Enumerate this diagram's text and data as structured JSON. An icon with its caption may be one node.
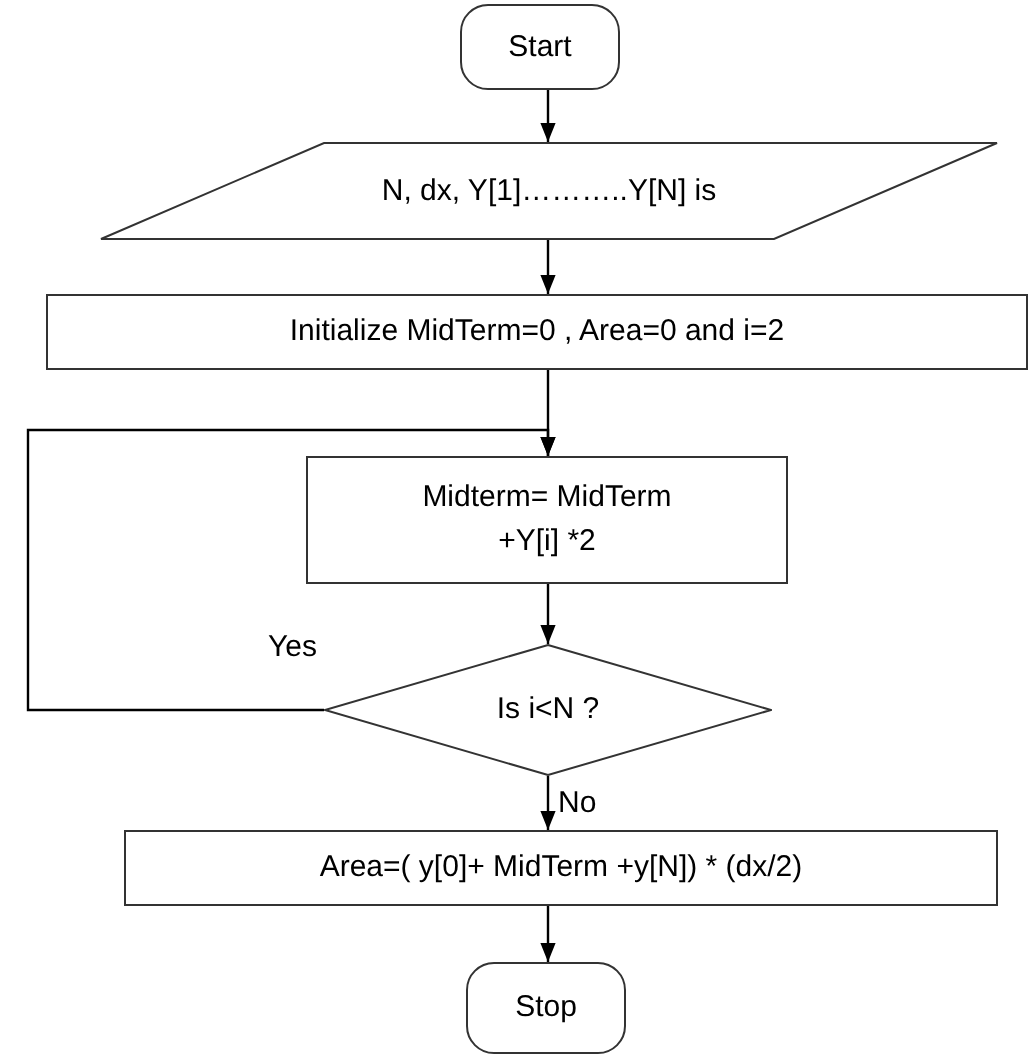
{
  "diagram": {
    "nodes": [
      {
        "text": [
          "Start"
        ]
      },
      {
        "text": [
          "N, dx, Y[1]………..Y[N] is"
        ]
      },
      {
        "text": [
          "Initialize MidTerm=0  , Area=0  and  i=2"
        ]
      },
      {
        "text": [
          "Midterm= MidTerm +Y[i] *2"
        ]
      },
      {
        "text": [
          "Is i<N ?"
        ]
      },
      {
        "text": [
          "Area=( y[0]+ MidTerm +y[N]) * (dx/2)"
        ]
      },
      {
        "text": [
          "Stop"
        ]
      }
    ],
    "edges": [
      {
        "from": 0,
        "to": 1,
        "arrow": "to"
      },
      {
        "from": 1,
        "to": 2,
        "arrow": "to"
      },
      {
        "from": 2,
        "to": 3,
        "arrow": "to"
      },
      {
        "from": 3,
        "to": 4,
        "arrow": "to"
      },
      {
        "from": 4,
        "to": 3,
        "arrow": "to",
        "label": "Yes"
      },
      {
        "from": 4,
        "to": 5,
        "arrow": "to",
        "label": "No"
      },
      {
        "from": 5,
        "to": 6,
        "arrow": "to"
      }
    ]
  }
}
